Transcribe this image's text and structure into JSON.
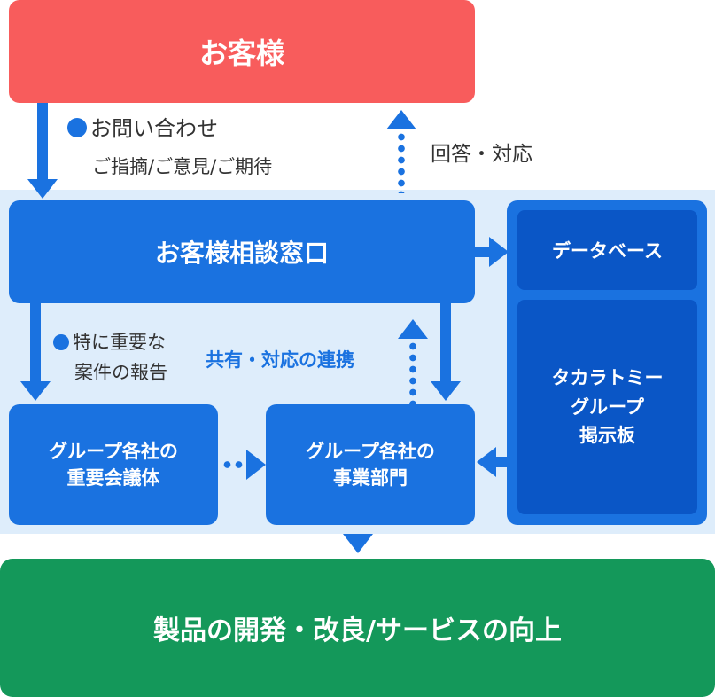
{
  "customer": "お客様",
  "inquiry": {
    "title": "お問い合わせ",
    "detail": "ご指摘/ご意見/ご期待"
  },
  "answer": "回答・対応",
  "desk": "お客様相談窓口",
  "important": {
    "line1": "特に重要な",
    "line2": "案件の報告"
  },
  "sharing": "共有・対応の連携",
  "council": {
    "line1": "グループ各社の",
    "line2": "重要会議体"
  },
  "business": {
    "line1": "グループ各社の",
    "line2": "事業部門"
  },
  "database": "データベース",
  "board": {
    "line1": "タカラトミー",
    "line2": "グループ",
    "line3": "掲示板"
  },
  "result": "製品の開発・改良/サービスの向上",
  "colors": {
    "customer": "#f85c5c",
    "primary": "#1a72e0",
    "dark": "#0a56c6",
    "result": "#14985a",
    "panel": "#deedfb"
  }
}
